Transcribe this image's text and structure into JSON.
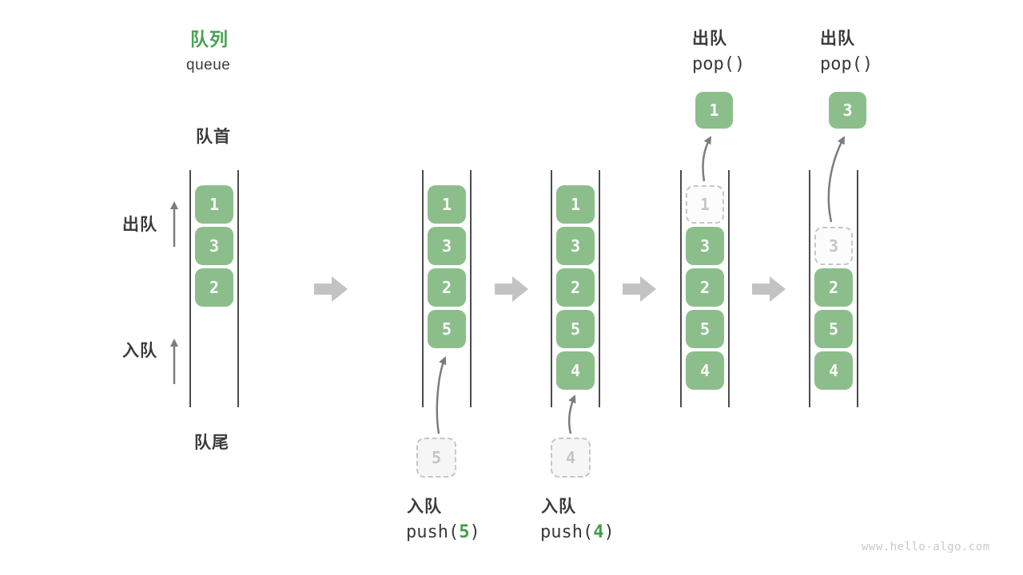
{
  "title": {
    "zh": "队列",
    "en": "queue"
  },
  "side_labels": {
    "front": "队首",
    "rear": "队尾",
    "dequeue": "出队",
    "enqueue": "入队"
  },
  "queues": [
    {
      "name": "initial",
      "cells": [
        {
          "v": "1"
        },
        {
          "v": "3"
        },
        {
          "v": "2"
        }
      ]
    },
    {
      "name": "after-push-5",
      "cells": [
        {
          "v": "1"
        },
        {
          "v": "3"
        },
        {
          "v": "2"
        },
        {
          "v": "5"
        }
      ]
    },
    {
      "name": "after-push-4",
      "cells": [
        {
          "v": "1"
        },
        {
          "v": "3"
        },
        {
          "v": "2"
        },
        {
          "v": "5"
        },
        {
          "v": "4"
        }
      ]
    },
    {
      "name": "after-pop-1",
      "cells": [
        {
          "v": "1",
          "dashed": true
        },
        {
          "v": "3"
        },
        {
          "v": "2"
        },
        {
          "v": "5"
        },
        {
          "v": "4"
        }
      ]
    },
    {
      "name": "after-pop-3",
      "cells": [
        {
          "v": "3",
          "dashed": true
        },
        {
          "v": "2"
        },
        {
          "v": "5"
        },
        {
          "v": "4"
        }
      ]
    }
  ],
  "operations": {
    "push5": {
      "label": "入队",
      "code_prefix": "push(",
      "arg": "5",
      "code_suffix": ")",
      "staged": "5"
    },
    "push4": {
      "label": "入队",
      "code_prefix": "push(",
      "arg": "4",
      "code_suffix": ")",
      "staged": "4"
    },
    "pop1": {
      "label": "出队",
      "code": "pop()",
      "popped": "1"
    },
    "pop3": {
      "label": "出队",
      "code": "pop()",
      "popped": "3"
    }
  },
  "watermark": "www.hello-algo.com",
  "colors": {
    "cell_green": "#8cbe8c",
    "title_green": "#4aa254",
    "code_arg_green": "#3f9e46",
    "text_dark": "#3b3b3b",
    "faded_gray": "#c6c6c6",
    "thin_arrow_gray": "#7d7d7d",
    "block_arrow_gray": "#c3c3c3",
    "wall_gray": "#4c4c4c"
  }
}
